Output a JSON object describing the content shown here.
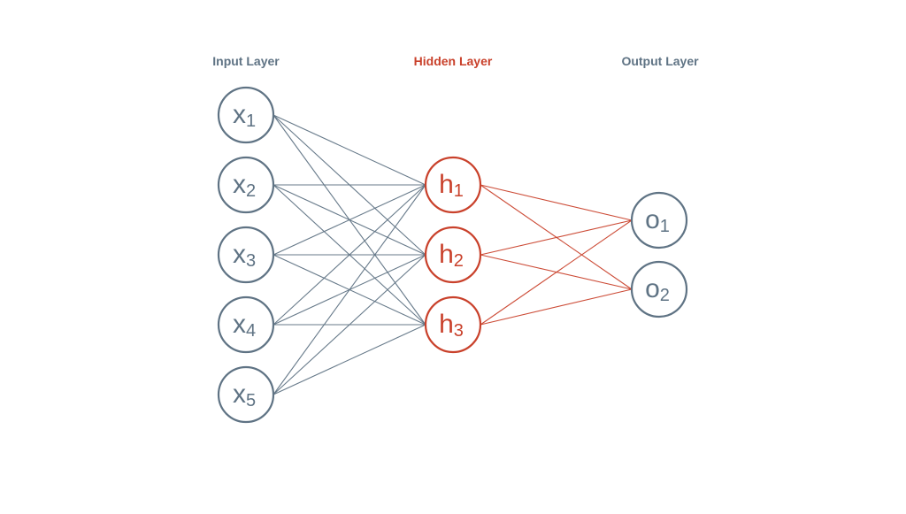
{
  "colors": {
    "input": "#5f7384",
    "hidden": "#c9412b",
    "output": "#5f7384",
    "background": "#ffffff"
  },
  "layers": [
    {
      "id": "input",
      "label": "Input Layer",
      "color": "#5f7384",
      "nodes": [
        {
          "letter": "x",
          "index": "1"
        },
        {
          "letter": "x",
          "index": "2"
        },
        {
          "letter": "x",
          "index": "3"
        },
        {
          "letter": "x",
          "index": "4"
        },
        {
          "letter": "x",
          "index": "5"
        }
      ]
    },
    {
      "id": "hidden",
      "label": "Hidden Layer",
      "color": "#c9412b",
      "nodes": [
        {
          "letter": "h",
          "index": "1"
        },
        {
          "letter": "h",
          "index": "2"
        },
        {
          "letter": "h",
          "index": "3"
        }
      ]
    },
    {
      "id": "output",
      "label": "Output Layer",
      "color": "#5f7384",
      "nodes": [
        {
          "letter": "o",
          "index": "1"
        },
        {
          "letter": "o",
          "index": "2"
        }
      ]
    }
  ]
}
